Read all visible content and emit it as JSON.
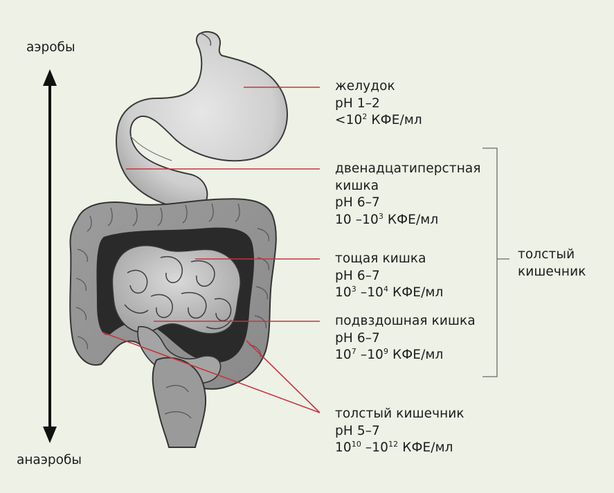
{
  "axis": {
    "top_label": "аэробы",
    "bottom_label": "анаэробы"
  },
  "labels": {
    "stomach": {
      "name": "желудок",
      "ph": "pH 1–2",
      "count": {
        "prefix": "<10",
        "sup": "2",
        "suffix": " КФЕ/мл"
      }
    },
    "duodenum": {
      "name_line1": "двенадцатиперстная",
      "name_line2": "кишка",
      "ph": "pH 6–7",
      "count": {
        "a": "10",
        "a_sup": "",
        "sep": " –10",
        "b_sup": "3",
        "suffix": " КФЕ/мл"
      }
    },
    "jejunum": {
      "name": "тощая кишка",
      "ph": "pH 6–7",
      "count": {
        "a": "10",
        "a_sup": "3",
        "sep": " –10",
        "b_sup": "4",
        "suffix": " КФЕ/мл"
      }
    },
    "ileum": {
      "name": "подвздошная кишка",
      "ph": "pH 6–7",
      "count": {
        "a": "10",
        "a_sup": "7",
        "sep": " –10",
        "b_sup": "9",
        "suffix": " КФЕ/мл"
      }
    },
    "colon": {
      "name": "толстый кишечник",
      "ph": "pH 5–7",
      "count": {
        "a": "10",
        "a_sup": "10",
        "sep": " –10",
        "b_sup": "12",
        "suffix": " КФЕ/мл"
      }
    }
  },
  "bracket": {
    "line1": "толстый",
    "line2": "кишечник"
  },
  "colors": {
    "background": "#eef1e6",
    "leader_line": "#c8323c",
    "organ_fill": "#a9a9a9",
    "organ_stroke": "#3a3a3a",
    "arrow": "#111111"
  }
}
